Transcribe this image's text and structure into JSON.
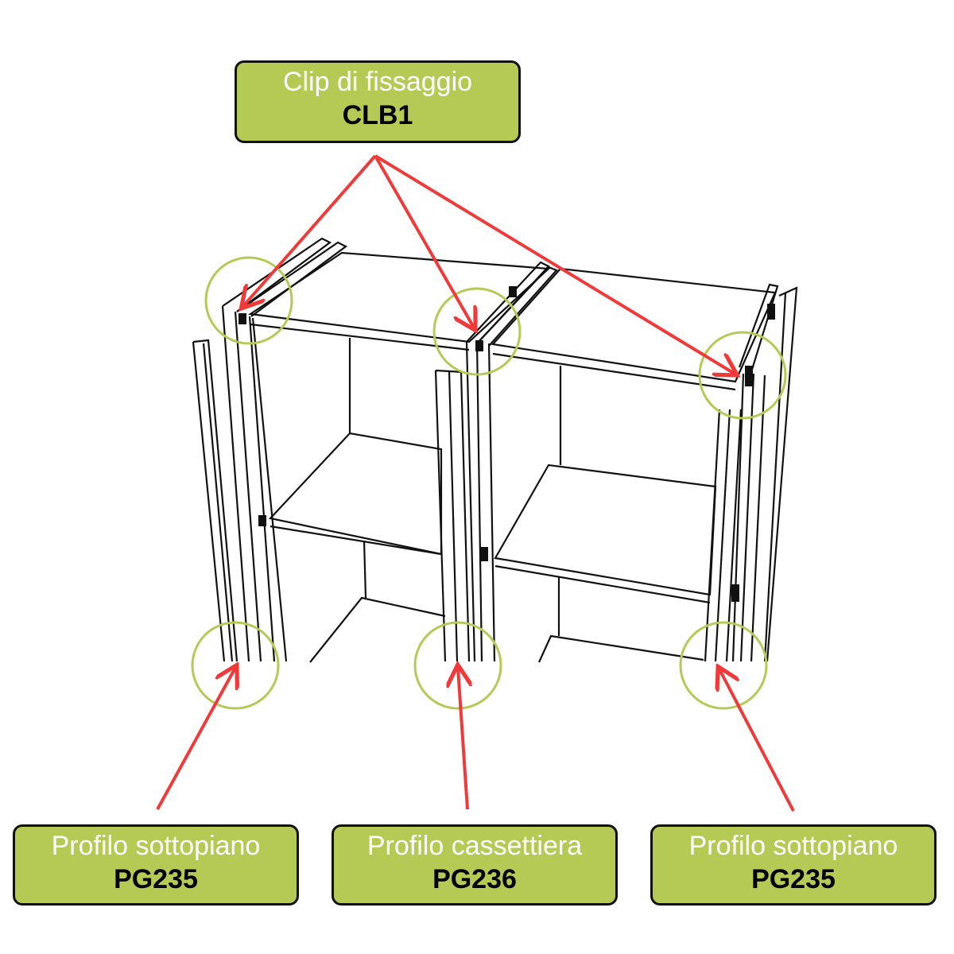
{
  "labels": {
    "top": {
      "title": "Clip di fissaggio",
      "code": "CLB1"
    },
    "bottom_left": {
      "title": "Profilo sottopiano",
      "code": "PG235"
    },
    "bottom_center": {
      "title": "Profilo cassettiera",
      "code": "PG236"
    },
    "bottom_right": {
      "title": "Profilo sottopiano",
      "code": "PG235"
    }
  },
  "colors": {
    "label_fill": "#b5c955",
    "highlight_circle": "#b5c955",
    "arrow": "#f03a3a",
    "line": "#111111"
  }
}
